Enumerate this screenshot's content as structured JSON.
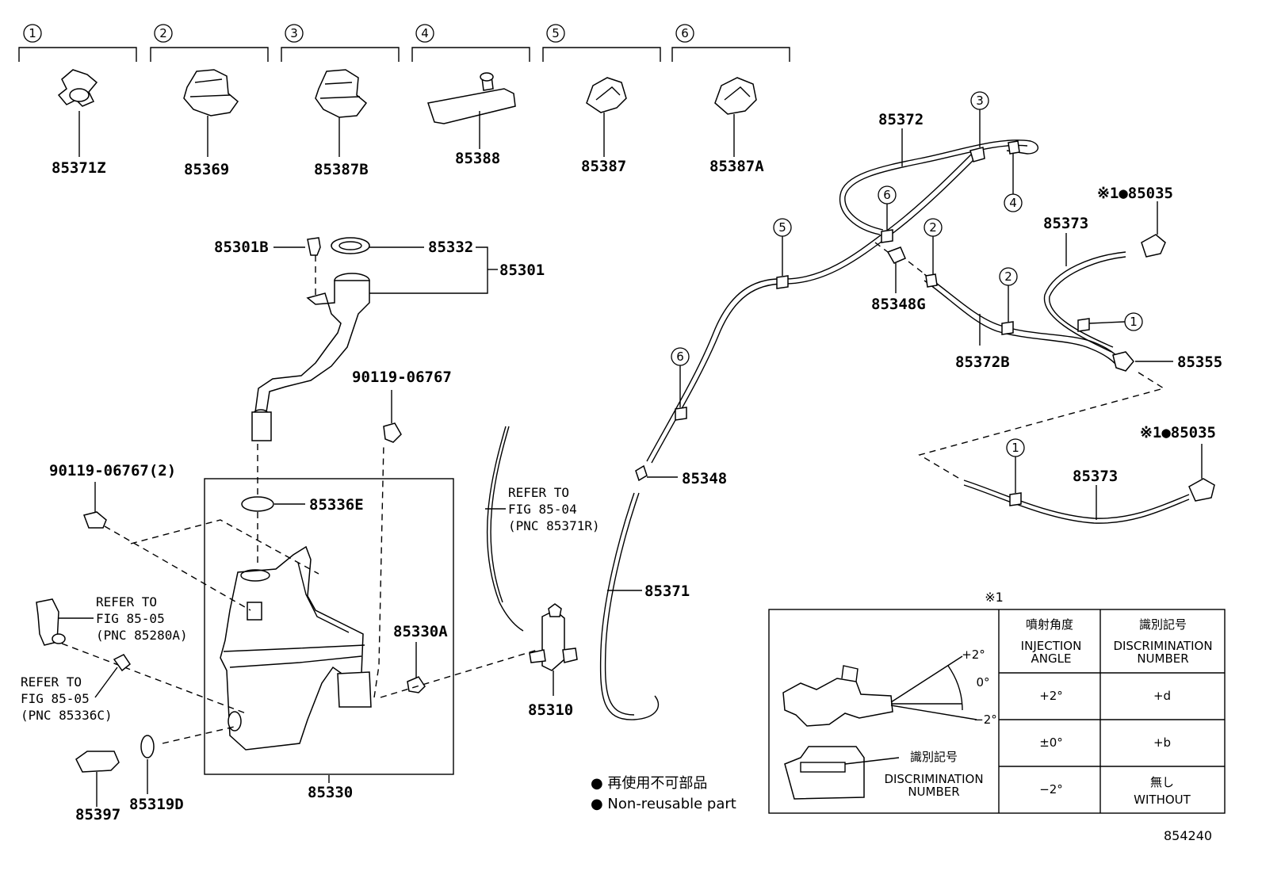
{
  "callouts": [
    "1",
    "2",
    "3",
    "4",
    "5",
    "6"
  ],
  "clips": [
    "85371Z",
    "85369",
    "85387B",
    "85388",
    "85387",
    "85387A"
  ],
  "parts": {
    "p85301B": "85301B",
    "p85332": "85332",
    "p85301": "85301",
    "p90119a": "90119-06767",
    "p90119b": "90119-06767(2)",
    "p85336E": "85336E",
    "p85330A": "85330A",
    "p85330": "85330",
    "p85319D": "85319D",
    "p85397": "85397",
    "p85310": "85310",
    "p85348": "85348",
    "p85371": "85371",
    "p85372": "85372",
    "p85348G": "85348G",
    "p85372B": "85372B",
    "p85373a": "85373",
    "p85373b": "85373",
    "p85355": "85355",
    "p85035a": "※1●85035",
    "p85035b": "※1●85035"
  },
  "refs": {
    "r1": [
      "REFER TO",
      "FIG 85-04",
      "(PNC 85371R)"
    ],
    "r2": [
      "REFER TO",
      "FIG 85-05",
      "(PNC 85280A)"
    ],
    "r3": [
      "REFER TO",
      "FIG 85-05",
      "(PNC 85336C)"
    ]
  },
  "legend": {
    "jp": "● 再使用不可部品",
    "en": "● Non-reusable part"
  },
  "table": {
    "mark": "※1",
    "col1_jp": "噴射角度",
    "col1_en1": "INJECTION",
    "col1_en2": "ANGLE",
    "col2_jp": "識別記号",
    "col2_en1": "DISCRIMINATION",
    "col2_en2": "NUMBER",
    "rows": [
      {
        "angle": "+2°",
        "code": "+d"
      },
      {
        "angle": "±0°",
        "code": "+b"
      },
      {
        "angle": "−2°",
        "code": "無し",
        "code2": "WITHOUT"
      }
    ],
    "ang_plus": "+2°",
    "ang_zero": "0°",
    "ang_minus": "−2°",
    "disc_jp": "識別記号",
    "disc_en1": "DISCRIMINATION",
    "disc_en2": "NUMBER"
  },
  "figure_id": "854240"
}
